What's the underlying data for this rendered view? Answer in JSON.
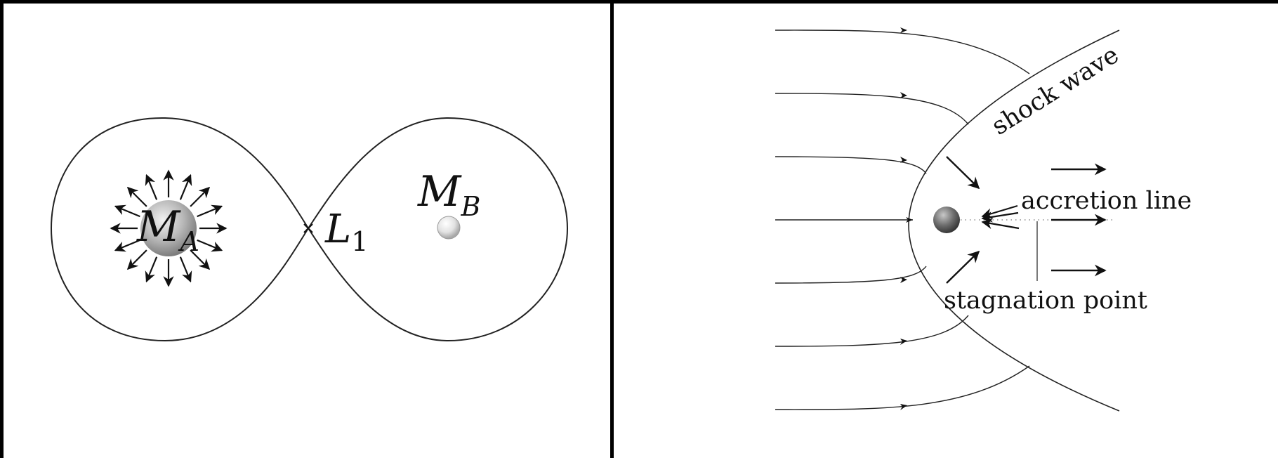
{
  "left": {
    "mass_a_symbol": "M",
    "mass_a_subscript": "A",
    "mass_b_symbol": "M",
    "mass_b_subscript": "B",
    "lagrange_symbol": "L",
    "lagrange_subscript": "1"
  },
  "right": {
    "shock_label": "shock wave",
    "accretion_label": "accretion line",
    "stagnation_label": "stagnation point"
  },
  "colors": {
    "background": "#000000",
    "panel": "#ffffff",
    "ink": "#111111"
  }
}
